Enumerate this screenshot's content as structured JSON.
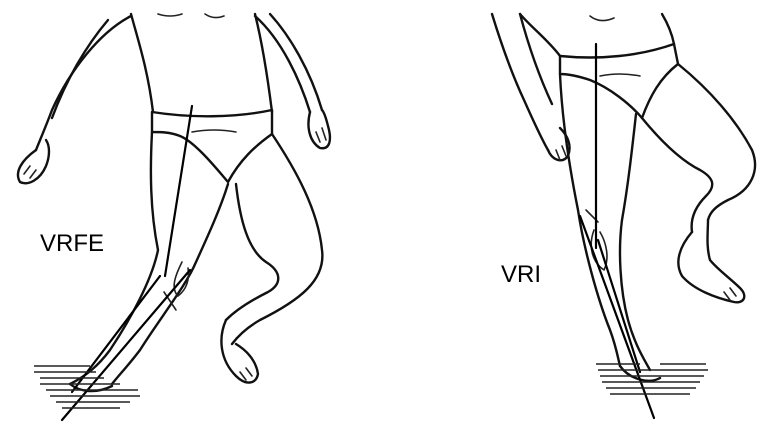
{
  "figures": [
    {
      "id": "left",
      "label": "VRFE"
    },
    {
      "id": "right",
      "label": "VRI"
    }
  ]
}
